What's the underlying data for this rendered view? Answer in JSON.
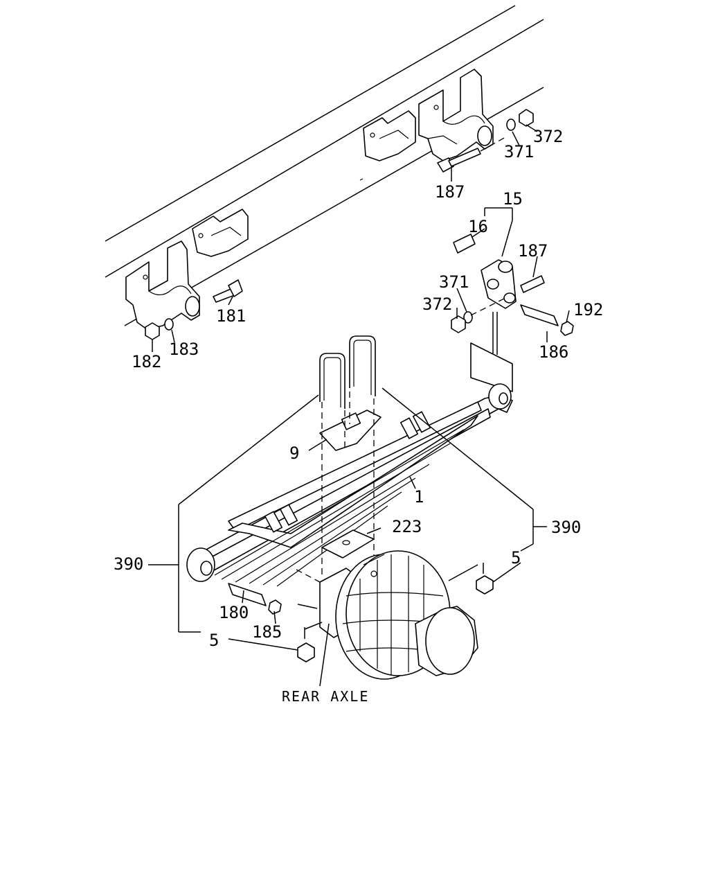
{
  "labels": {
    "p372_top": "372",
    "p371_top": "371",
    "p187_top": "187",
    "p15": "15",
    "p16": "16",
    "p187_mid": "187",
    "p371_mid": "371",
    "p372_mid": "372",
    "p192": "192",
    "p186": "186",
    "p181": "181",
    "p182": "182",
    "p183": "183",
    "p9": "9",
    "p1": "1",
    "p223": "223",
    "p390_right": "390",
    "p390_left": "390",
    "p5_right": "5",
    "p5_left": "5",
    "p180": "180",
    "p185": "185",
    "rear_axle": "REAR AXLE"
  }
}
